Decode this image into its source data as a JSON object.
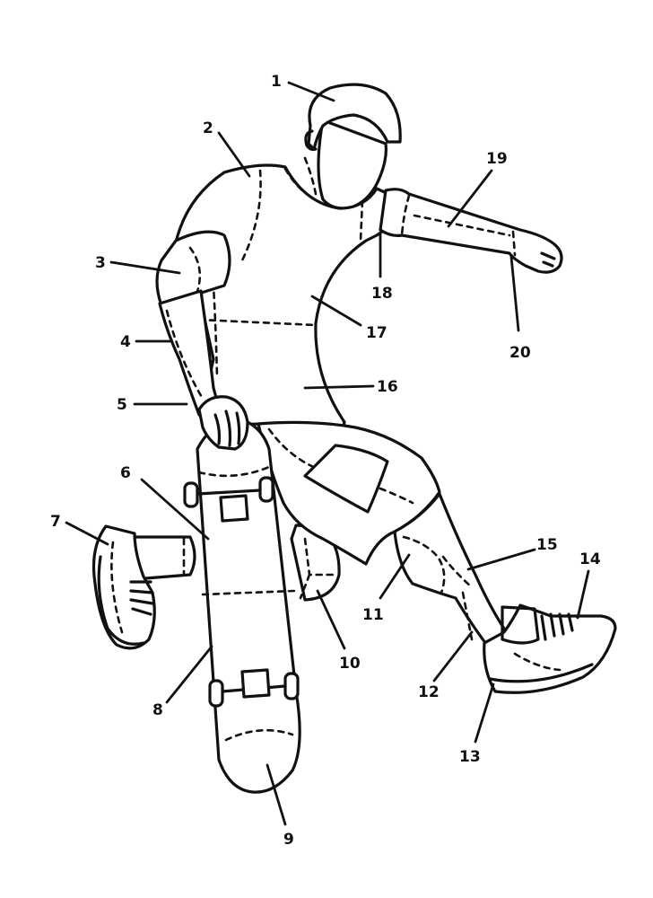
{
  "diagram": {
    "callouts": [
      {
        "number": "1",
        "part": "hair"
      },
      {
        "number": "2",
        "part": "shirt-shoulder"
      },
      {
        "number": "3",
        "part": "sleeve"
      },
      {
        "number": "4",
        "part": "forearm"
      },
      {
        "number": "5",
        "part": "hand"
      },
      {
        "number": "6",
        "part": "skateboard-nose"
      },
      {
        "number": "7",
        "part": "back-shoe"
      },
      {
        "number": "8",
        "part": "skateboard-deck"
      },
      {
        "number": "9",
        "part": "skateboard-tail"
      },
      {
        "number": "10",
        "part": "back-knee"
      },
      {
        "number": "11",
        "part": "shorts"
      },
      {
        "number": "12",
        "part": "sock"
      },
      {
        "number": "13",
        "part": "front-shoe-sole"
      },
      {
        "number": "14",
        "part": "shoe-laces"
      },
      {
        "number": "15",
        "part": "front-shin"
      },
      {
        "number": "16",
        "part": "shirt-body"
      },
      {
        "number": "17",
        "part": "chest"
      },
      {
        "number": "18",
        "part": "shoulder"
      },
      {
        "number": "19",
        "part": "upper-arm"
      },
      {
        "number": "20",
        "part": "wrist"
      }
    ]
  }
}
